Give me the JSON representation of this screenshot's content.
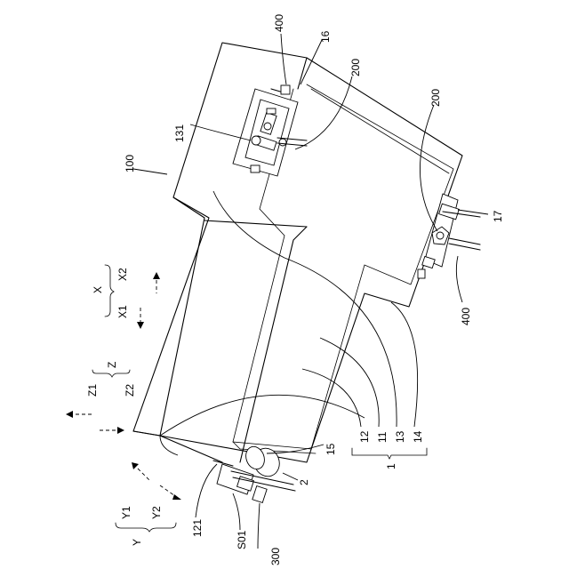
{
  "labels": {
    "n400_top": "400",
    "n16": "16",
    "n200_top": "200",
    "n131": "131",
    "n100": "100",
    "n200_right": "200",
    "n17": "17",
    "n400_right": "400",
    "X": "X",
    "X1": "X1",
    "X2": "X2",
    "Z": "Z",
    "Z1": "Z1",
    "Z2": "Z2",
    "Y": "Y",
    "Y1": "Y1",
    "Y2": "Y2",
    "n12": "12",
    "n11": "11",
    "n13": "13",
    "n14": "14",
    "n1": "1",
    "n15": "15",
    "n2": "2",
    "n121": "121",
    "S01": "S01",
    "n300": "300"
  }
}
